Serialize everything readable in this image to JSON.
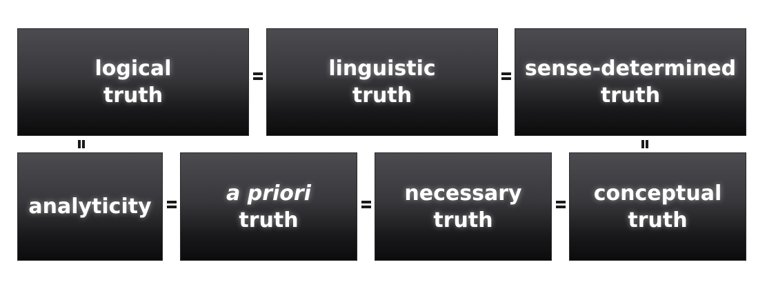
{
  "boxes": [
    {
      "line1": "logical",
      "line2": "truth"
    },
    {
      "line1": "linguistic",
      "line2": "truth"
    },
    {
      "line1": "sense-determined",
      "line2": "truth"
    },
    {
      "line1": "analyticity"
    },
    {
      "line1": "a priori",
      "line2": "truth"
    },
    {
      "line1": "necessary",
      "line2": "truth"
    },
    {
      "line1": "conceptual",
      "line2": "truth"
    }
  ],
  "colors": {
    "box_top": "#4b4b50",
    "box_bottom": "#0c0c0d",
    "text": "#ffffff",
    "connector": "#1a1a1a",
    "background": "#ffffff"
  }
}
